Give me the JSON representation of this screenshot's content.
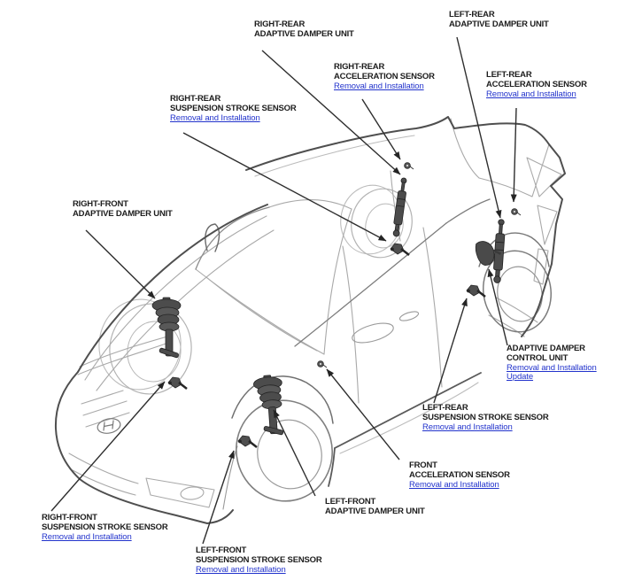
{
  "page": {
    "background": "#ffffff"
  },
  "colors": {
    "label_text": "#1d1d1d",
    "link": "#2233cc",
    "leader_line": "#2e2e2e",
    "body_outline_dark": "#4f4f4f",
    "body_line_light": "#a9a9a9",
    "component_fill": "#4c4c4c"
  },
  "labels": [
    {
      "id": "right-rear-adaptive-damper-unit",
      "line1": "RIGHT-REAR",
      "line2": "ADAPTIVE DAMPER UNIT"
    },
    {
      "id": "left-rear-adaptive-damper-unit",
      "line1": "LEFT-REAR",
      "line2": "ADAPTIVE DAMPER UNIT"
    },
    {
      "id": "right-rear-acceleration-sensor",
      "line1": "RIGHT-REAR",
      "line2": "ACCELERATION SENSOR",
      "link1": "Removal and Installation"
    },
    {
      "id": "left-rear-acceleration-sensor",
      "line1": "LEFT-REAR",
      "line2": "ACCELERATION SENSOR",
      "link1": "Removal and Installation"
    },
    {
      "id": "right-rear-suspension-stroke-sensor",
      "line1": "RIGHT-REAR",
      "line2": "SUSPENSION STROKE SENSOR",
      "link1": "Removal and Installation"
    },
    {
      "id": "right-front-adaptive-damper-unit",
      "line1": "RIGHT-FRONT",
      "line2": "ADAPTIVE DAMPER UNIT"
    },
    {
      "id": "adaptive-damper-control-unit",
      "line1": "ADAPTIVE DAMPER",
      "line2": "CONTROL UNIT",
      "link1": "Removal and Installation",
      "link2": "Update"
    },
    {
      "id": "left-rear-suspension-stroke-sensor",
      "line1": "LEFT-REAR",
      "line2": "SUSPENSION STROKE SENSOR",
      "link1": "Removal and Installation"
    },
    {
      "id": "front-acceleration-sensor",
      "line1": "FRONT",
      "line2": "ACCELERATION SENSOR",
      "link1": "Removal and Installation"
    },
    {
      "id": "left-front-adaptive-damper-unit",
      "line1": "LEFT-FRONT",
      "line2": "ADAPTIVE DAMPER UNIT"
    },
    {
      "id": "right-front-suspension-stroke-sensor",
      "line1": "RIGHT-FRONT",
      "line2": "SUSPENSION STROKE SENSOR",
      "link1": "Removal and Installation"
    },
    {
      "id": "left-front-suspension-stroke-sensor",
      "line1": "LEFT-FRONT",
      "line2": "SUSPENSION STROKE SENSOR",
      "link1": "Removal and Installation"
    }
  ]
}
